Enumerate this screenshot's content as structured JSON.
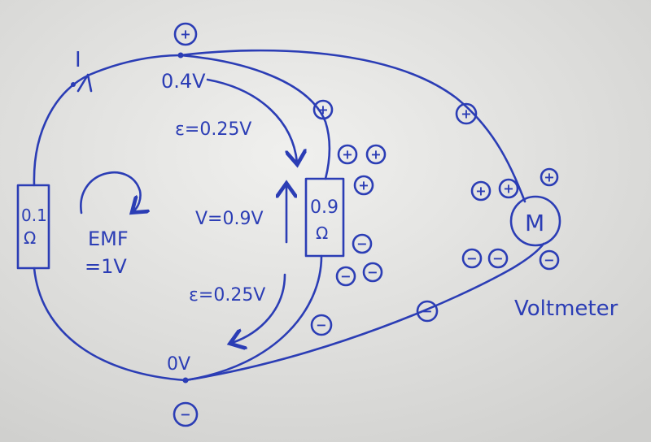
{
  "colors": {
    "ink": "#2b3db5",
    "paper": "#e4e4e2"
  },
  "labels": {
    "current": "I",
    "top_node_voltage": "0.4V",
    "bottom_node_voltage": "0V",
    "drop_top": "ε=0.25V",
    "drop_bottom": "ε=0.25V",
    "terminal_voltage": "V=0.9V",
    "emf_line1": "EMF",
    "emf_line2": "=1V",
    "internal_resistance_value": "0.1",
    "internal_resistance_unit": "Ω",
    "load_resistance_value": "0.9",
    "load_resistance_unit": "Ω",
    "meter_symbol": "M",
    "meter_name": "Voltmeter"
  },
  "charges": {
    "plus": "+",
    "minus": "−"
  }
}
